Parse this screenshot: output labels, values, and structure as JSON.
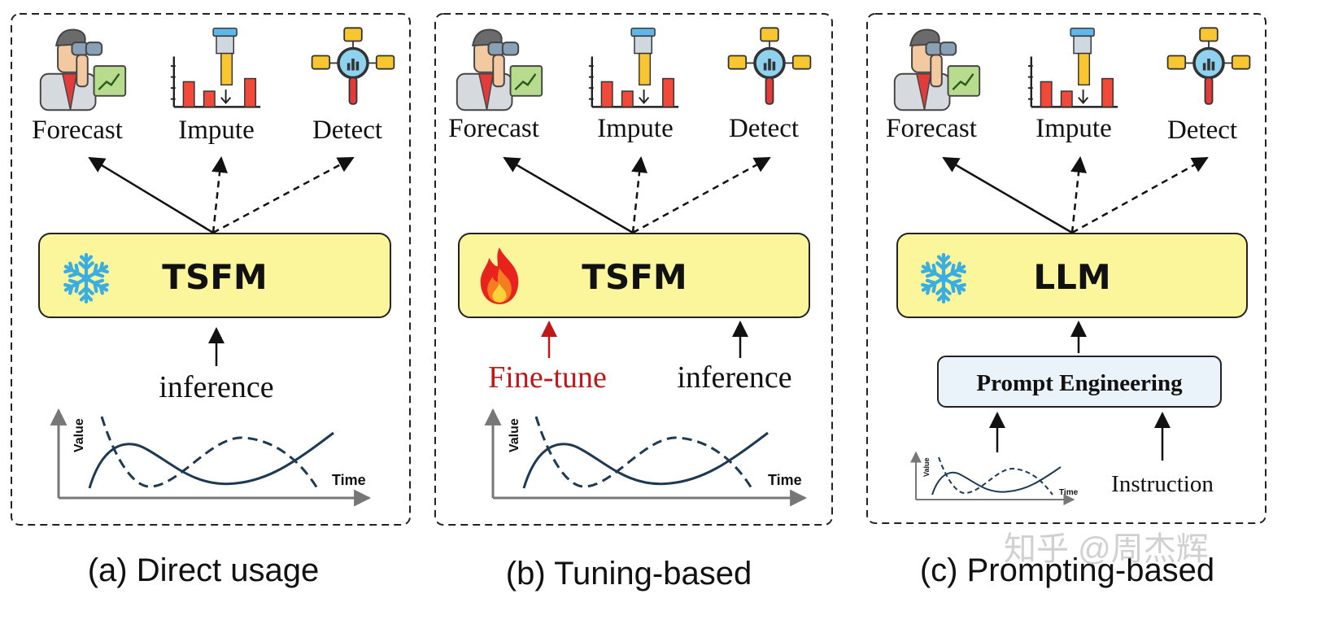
{
  "colors": {
    "box_fill": "#fbf59b",
    "box_stroke": "#222222",
    "curve": "#1d3a52",
    "finetune": "#c01818",
    "prompt_fill": "#eaf2fa",
    "watermark": "#c8c8c8"
  },
  "panels": [
    {
      "model": "TSFM",
      "model_icon": "snowflake-icon",
      "tasks": [
        "Forecast",
        "Impute",
        "Detect"
      ],
      "input_label": "inference",
      "caption": "(a) Direct usage",
      "axis_y": "Value",
      "axis_x": "Time"
    },
    {
      "model": "TSFM",
      "model_icon": "fire-icon",
      "tasks": [
        "Forecast",
        "Impute",
        "Detect"
      ],
      "finetune_label": "Fine-tune",
      "input_label": "inference",
      "caption": "(b) Tuning-based",
      "axis_y": "Value",
      "axis_x": "Time"
    },
    {
      "model": "LLM",
      "model_icon": "snowflake-icon",
      "tasks": [
        "Forecast",
        "Impute",
        "Detect"
      ],
      "prompt_label": "Prompt Engineering",
      "instruction_label": "Instruction",
      "caption": "(c) Prompting-based",
      "axis_y": "Value",
      "axis_x": "Time"
    }
  ],
  "watermark": "知乎 @周杰辉"
}
